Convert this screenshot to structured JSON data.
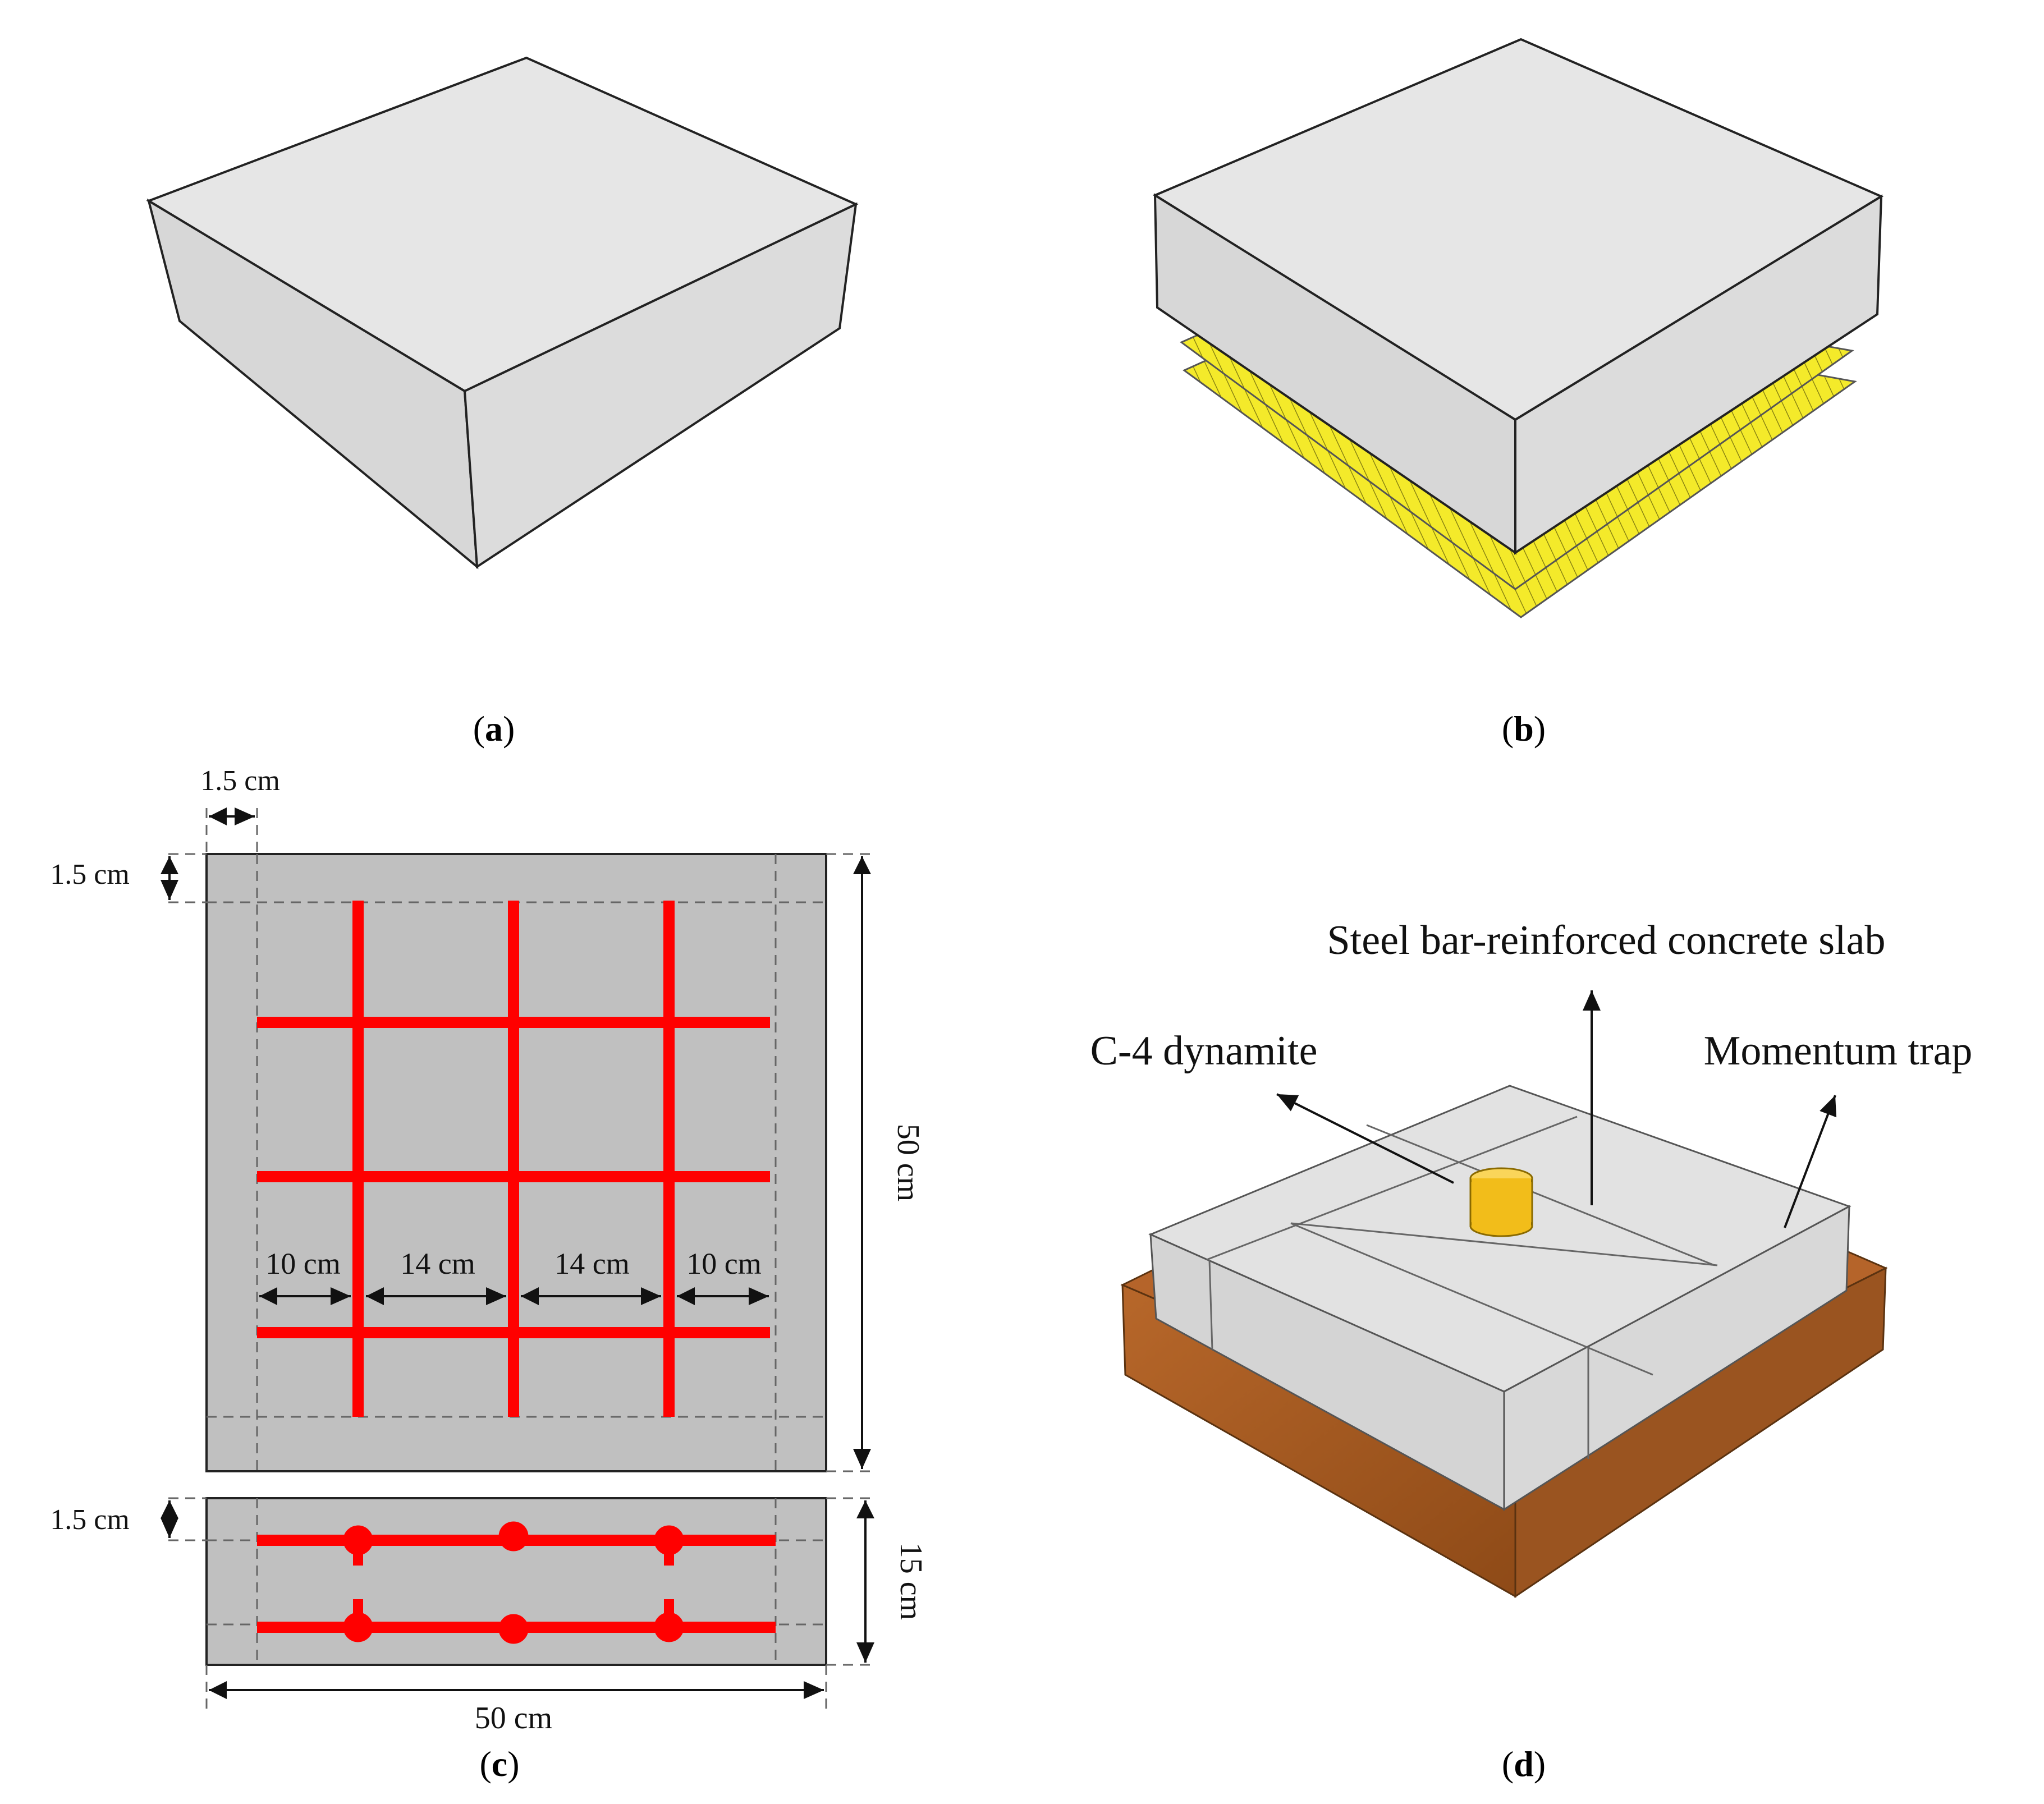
{
  "panels": {
    "a": {
      "letter": "a"
    },
    "b": {
      "letter": "b"
    },
    "c": {
      "letter": "c",
      "dimensions": {
        "cover_top": "1.5 cm",
        "cover_left": "1.5 cm",
        "cover_section": "1.5 cm",
        "spacing": [
          "10 cm",
          "14 cm",
          "14 cm",
          "10 cm"
        ],
        "height_plan": "50 cm",
        "height_section": "15 cm",
        "width": "50 cm"
      }
    },
    "d": {
      "letter": "d",
      "labels": {
        "slab": "Steel bar-reinforced concrete slab",
        "dynamite": "C-4 dynamite",
        "trap": "Momentum trap"
      }
    }
  },
  "colors": {
    "concrete_top": "#e6e6e6",
    "concrete_side": "#d9d9d9",
    "rebar": "#ff0000",
    "plan_fill": "#c0c0c0",
    "cfrp": "#f4ea2a",
    "wood": "#a35a1e",
    "charge": "#f5c518"
  }
}
